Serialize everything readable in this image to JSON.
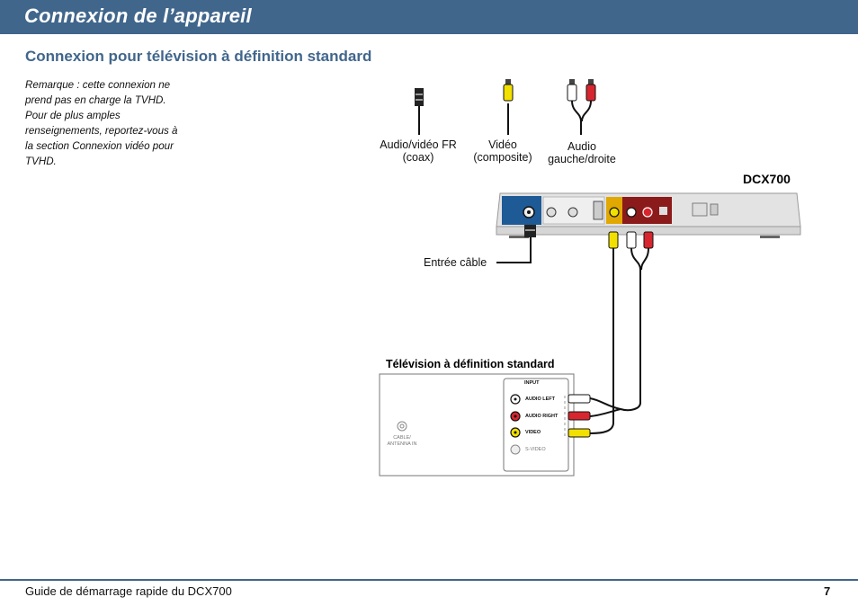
{
  "header": {
    "title": "Connexion de l’appareil"
  },
  "section": {
    "title": "Connexion pour télévision à définition standard",
    "note": "Remarque : cette connexion ne prend pas en charge la TVHD. Pour de plus amples renseignements, reportez-vous à la section Connexion vidéo pour TVHD."
  },
  "cables": {
    "coax": "Audio/vidéo FR (coax)",
    "video": "Vidéo (composite)",
    "audio": "Audio gauche/droite"
  },
  "device": {
    "model": "DCX700",
    "cable_in_label": "Entrée câble"
  },
  "tv": {
    "title": "Télévision à définition standard",
    "input_header": "INPUT",
    "audio_left": "AUDIO LEFT",
    "audio_right": "AUDIO RIGHT",
    "video": "VIDEO",
    "svideo": "S-VIDEO",
    "cable_antenna_line1": "CABLE/",
    "cable_antenna_line2": "ANTENNA IN"
  },
  "colors": {
    "brand": "#41668c",
    "video_yellow": "#f2e000",
    "audio_red": "#d7262f",
    "audio_white": "#ffffff"
  },
  "footer": {
    "guide_title": "Guide de démarrage rapide du DCX700",
    "page_number": "7"
  }
}
